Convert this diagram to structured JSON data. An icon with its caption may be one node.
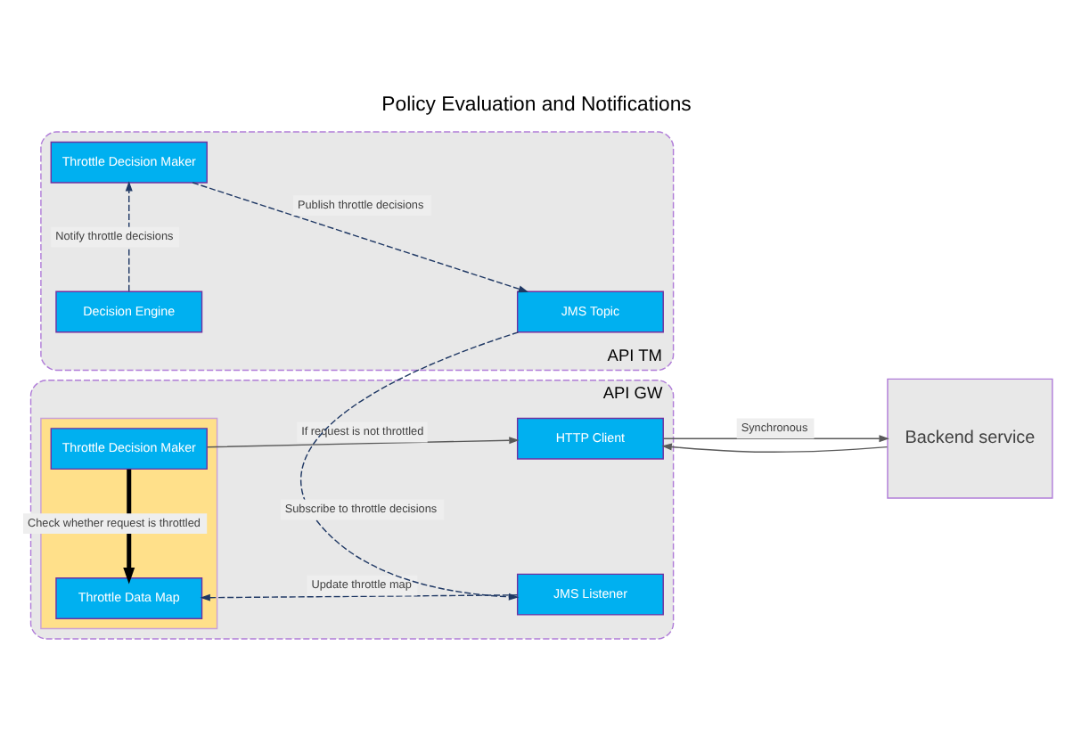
{
  "diagram": {
    "title": "Policy Evaluation and Notifications",
    "nodes": [
      {
        "text": [
          "API GW"
        ]
      },
      {
        "text": [],
        "shape": "box",
        "in": 0
      },
      {
        "text": [
          "Throttle Decision Maker"
        ],
        "in": 1
      },
      {
        "text": [
          "Throttle Data Map"
        ],
        "in": 1
      },
      {
        "text": [
          "HTTP Client"
        ],
        "in": 0
      },
      {
        "text": [
          "JMS Listener"
        ],
        "in": 0
      },
      {
        "text": [
          "Backend service"
        ]
      },
      {
        "text": [
          "API TM"
        ]
      },
      {
        "text": [
          "Throttle Decision Maker"
        ],
        "in": 7
      },
      {
        "text": [
          "JMS Topic"
        ],
        "in": 7
      },
      {
        "text": [
          "Decision Engine"
        ],
        "in": 7
      }
    ],
    "edges": [
      {
        "from": 2,
        "to": 4,
        "arrow": "to",
        "label": "If request is not throttled"
      },
      {
        "from": 2,
        "to": 3,
        "arrow": "to",
        "label": "Check whether request is throttled",
        "style": "thick",
        "color": "#000000"
      },
      {
        "from": 4,
        "to": 6,
        "arrow": "to",
        "label": "Synchronous"
      },
      {
        "from": 6,
        "to": 4,
        "arrow": "to"
      },
      {
        "from": 5,
        "to": 3,
        "arrow": "to",
        "label": "Update throttle map",
        "style": "dashed"
      },
      {
        "from": 9,
        "to": 5,
        "arrow": "to",
        "label": "Subscribe to throttle decisions",
        "style": "dashed"
      },
      {
        "from": 8,
        "to": 9,
        "arrow": "to",
        "label": "Publish throttle decisions",
        "style": "dashed"
      },
      {
        "from": 10,
        "to": 8,
        "arrow": "to",
        "label": "Notify throttle decisions",
        "style": "dashed"
      }
    ]
  }
}
